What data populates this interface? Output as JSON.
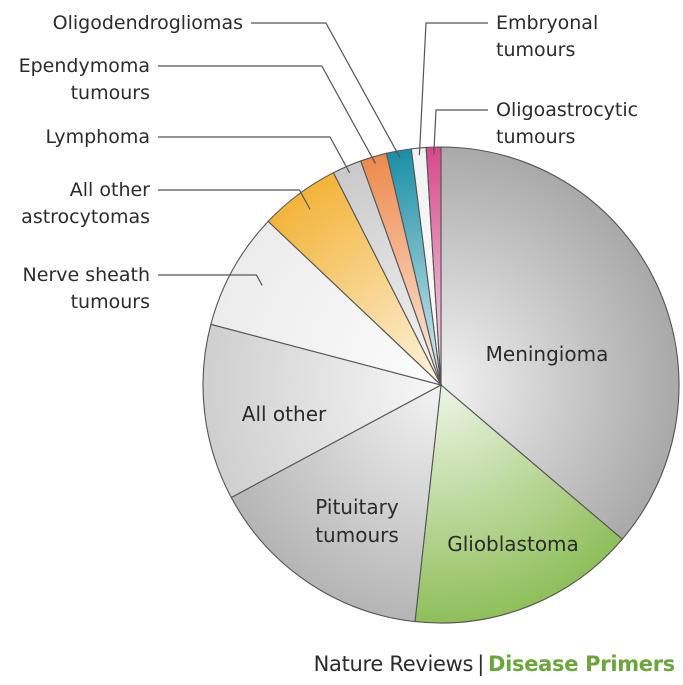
{
  "chart_data": {
    "type": "pie",
    "start": "top",
    "direction": "clockwise",
    "slices": [
      {
        "label": "Meningioma",
        "value": 36.4,
        "color": "#a9a9a9",
        "label_inside": true
      },
      {
        "label": "Glioblastoma",
        "value": 15.6,
        "color": "#8fbf5a",
        "label_inside": true
      },
      {
        "label": "Pituitary tumours",
        "value": 15.5,
        "color": "#b5b5b5",
        "label_inside": true
      },
      {
        "label": "All other",
        "value": 12.0,
        "color": "#cfcfcf",
        "label_inside": true
      },
      {
        "label": "Nerve sheath tumours",
        "value": 8.0,
        "color": "#ececec",
        "label_inside": false
      },
      {
        "label": "All other astrocytomas",
        "value": 5.5,
        "color": "#f3b43a",
        "label_inside": false
      },
      {
        "label": "Lymphoma",
        "value": 2.0,
        "color": "#c9c9c9",
        "label_inside": false
      },
      {
        "label": "Ependymoma tumours",
        "value": 1.8,
        "color": "#ee8a4e",
        "label_inside": false
      },
      {
        "label": "Oligodendrogliomas",
        "value": 1.7,
        "color": "#1a8fa6",
        "label_inside": false
      },
      {
        "label": "Embryonal tumours",
        "value": 1.0,
        "color": "#f2f2f2",
        "label_inside": false
      },
      {
        "label": "Oligoastrocytic tumours",
        "value": 1.0,
        "color": "#d6498a",
        "label_inside": false
      }
    ],
    "title": ""
  },
  "footer": {
    "journal": "Nature Reviews",
    "separator": "|",
    "series": "Disease Primers"
  }
}
